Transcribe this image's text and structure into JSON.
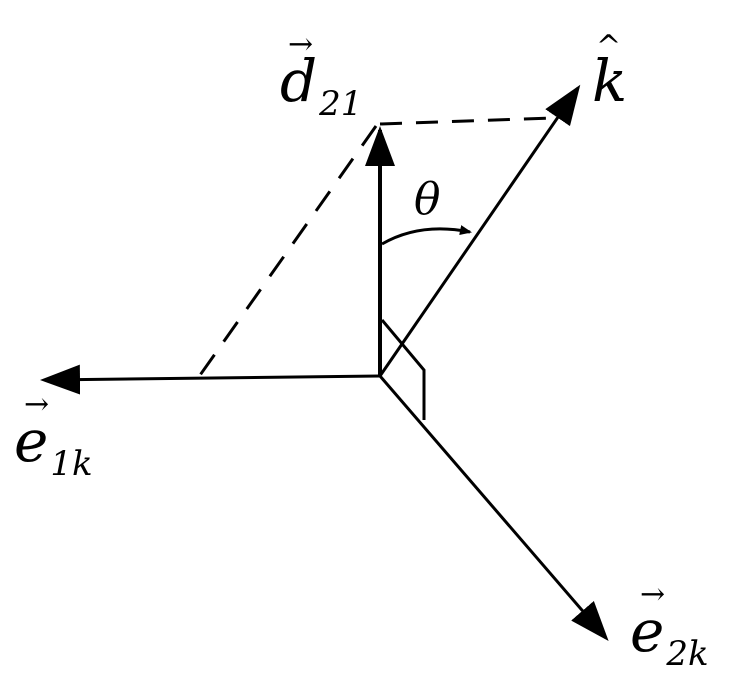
{
  "labels": {
    "d21": {
      "main": "d",
      "sub": "21",
      "accent": "→"
    },
    "k": {
      "main": "k",
      "accent": "^"
    },
    "theta": {
      "main": "θ"
    },
    "e1k": {
      "main": "e",
      "sub": "1k",
      "accent": "→"
    },
    "e2k": {
      "main": "e",
      "sub": "2k",
      "accent": "→"
    }
  },
  "colors": {
    "ink": "#000000",
    "background": "#ffffff"
  }
}
